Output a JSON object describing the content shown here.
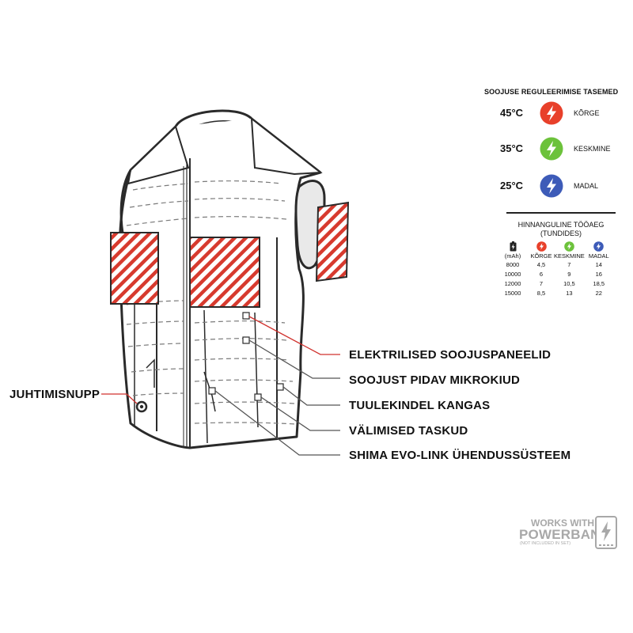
{
  "labels": {
    "heating_panels": "ELEKTRILISED SOOJUSPANEELID",
    "microfiber": "SOOJUST PIDAV MIKROKIUD",
    "windproof": "TUULEKINDEL KANGAS",
    "pockets": "VÄLIMISED TASKUD",
    "evo_link": "SHIMA EVO-LINK ÜHENDUSSÜSTEEM",
    "control_button": "JUHTIMISNUPP"
  },
  "heat_levels": {
    "title": "SOOJUSE REGULEERIMISE TASEMED",
    "levels": [
      {
        "temp": "45°C",
        "name": "KÕRGE",
        "color": "#e8402a"
      },
      {
        "temp": "35°C",
        "name": "KESKMINE",
        "color": "#6cc23b"
      },
      {
        "temp": "25°C",
        "name": "MADAL",
        "color": "#3d5bb8"
      }
    ]
  },
  "runtime": {
    "title_line1": "HINNANGULINE TÖÖAEG",
    "title_line2": "(TUNDIDES)",
    "capacity_header": "(mAh)",
    "columns": [
      "KÕRGE",
      "KESKMINE",
      "MADAL"
    ],
    "rows": [
      [
        "8000",
        "4,5",
        "7",
        "14"
      ],
      [
        "10000",
        "6",
        "9",
        "16"
      ],
      [
        "12000",
        "7",
        "10,5",
        "18,5"
      ],
      [
        "15000",
        "8,5",
        "13",
        "22"
      ]
    ]
  },
  "powerbank": {
    "line1": "WORKS WITH",
    "line2": "POWERBANK",
    "line3": "(NOT INCLUDED IN SET)"
  },
  "colors": {
    "panel_red": "#d73a2e",
    "pointer_red": "#d0312d",
    "outline": "#2a2a2a",
    "powerbank_gray": "#a8a8a8"
  }
}
